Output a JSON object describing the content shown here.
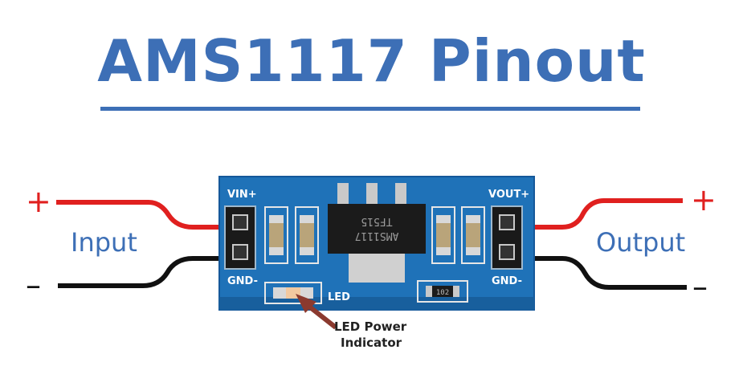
{
  "title": "AMS1117 Pinout",
  "labels": {
    "input": "Input",
    "output": "Output",
    "plus": "+",
    "minus": "–",
    "vin": "VIN+",
    "vout": "VOUT+",
    "gnd_left": "GND-",
    "gnd_right": "GND-",
    "led": "LED",
    "chip_line1": "AMS1117",
    "chip_line2": "TF515",
    "smd_code": "102",
    "indicator_line1": "LED Power",
    "indicator_line2": "Indicator"
  },
  "colors": {
    "title": "#3d6fb6",
    "pcb": "#1f72b8",
    "positive_wire": "#e0201f",
    "negative_wire": "#111111",
    "arrow": "#8b3a2f"
  }
}
